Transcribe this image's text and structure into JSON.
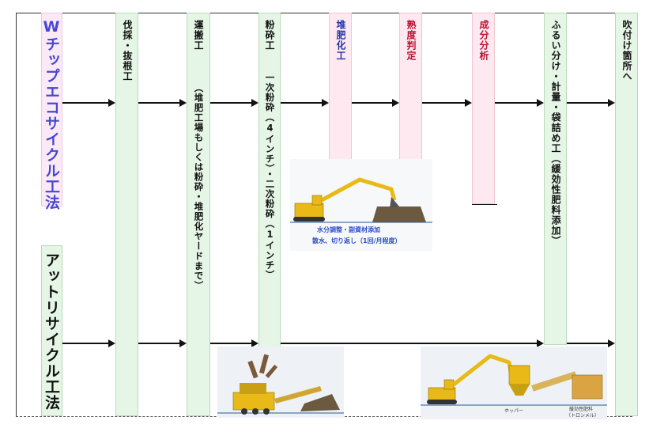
{
  "methods": {
    "w_chip": "Wチップエコサイクル工法",
    "atto_recycle": "アットリサイクル工法"
  },
  "steps": {
    "bassai": "伐採・抜根工",
    "unpan": "運搬工",
    "unpan_note": "（堆肥工場もしくは粉砕・堆肥化ヤードまで）",
    "funsai": "粉砕工",
    "funsai_note": "一次粉砕（4インチ）・二次粉砕（1インチ）",
    "taihika": "堆肥化工",
    "jukudo": "熟度判定",
    "seibun": "成分分析",
    "furui": "ふるい分け・計量・袋詰め工（緩効性肥料添加）",
    "fukitsuke": "吹付け箇所へ"
  },
  "photos": {
    "compost_caption_line1": "水分調整・副資材添加",
    "compost_caption_line2": "散水、切り返し（1回/月程度）",
    "packing_label_left": "ホッパー",
    "packing_label_right_line1": "緩効性肥料",
    "packing_label_right_line2": "（トロンメル）"
  },
  "colors": {
    "blue_text": "#4747d6",
    "green_panel": "#e6f6e6",
    "pink_panel": "#fde9ef",
    "excavator_yellow": "#e8b917"
  }
}
